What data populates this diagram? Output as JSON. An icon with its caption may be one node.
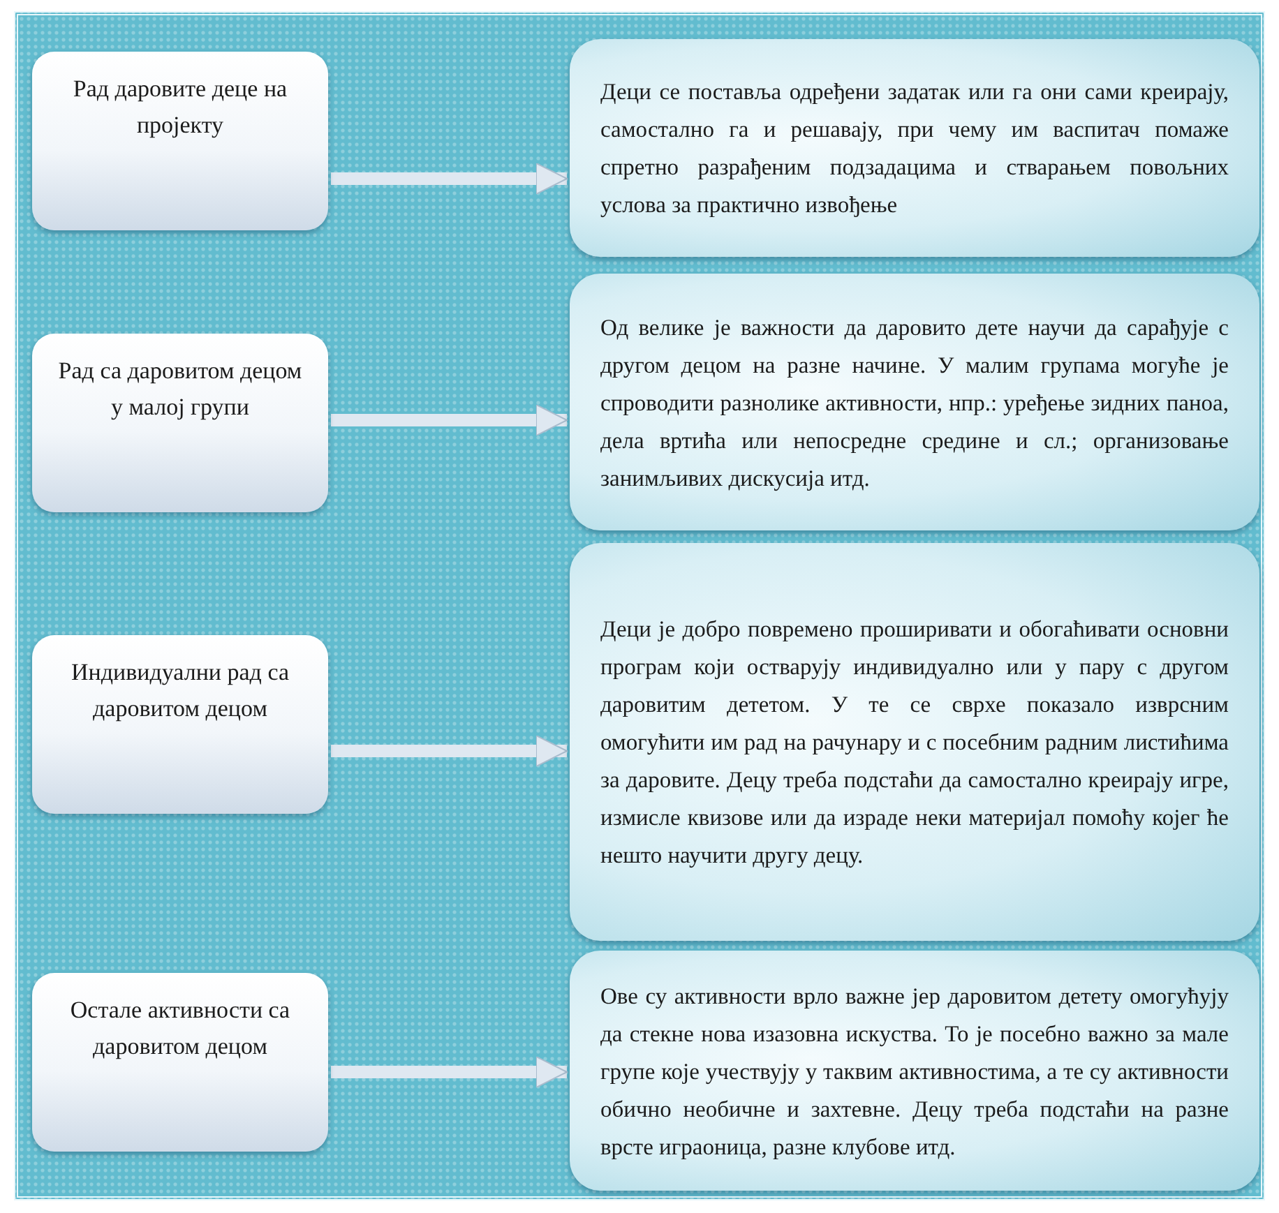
{
  "diagram": {
    "nodes": [
      {
        "text": [
          "Рад даровите деце на пројекту"
        ]
      },
      {
        "text": [
          "Деци се поставља одређени задатак или га они сами креирају, самостално га и решавају, при чему им васпитач помаже спретно разрађеним подзадацима и стварањем повољних услова за практично извођење"
        ]
      },
      {
        "text": [
          "Рад са даровитом децом у малој групи"
        ]
      },
      {
        "text": [
          "Од велике је важности да даровито дете научи да сарађује с другом децом на разне начине. У малим групама могуће је спроводити разнолике активности, нпр.: уређење зидних паноа, дела вртића или непосредне средине и сл.; организовање занимљивих дискусија итд."
        ]
      },
      {
        "text": [
          "Индивидуални рад са даровитом децом"
        ]
      },
      {
        "text": [
          "Деци је добро повремено проширивати и обогаћивати основни програм који остварују индивидуално или у пару с другом даровитим дететом. У те се сврхе показало изврсним омогућити им рад на рачунару и с посебним радним листићима за даровите. Децу треба подстаћи да самостално креирају игре, измисле квизове или да израде неки материјал помоћу којег ће нешто научити другу децу."
        ]
      },
      {
        "text": [
          "Остале активности са даровитом децом"
        ]
      },
      {
        "text": [
          "Ове су активности врло важне јер даровитом детету омогућују да стекне нова изазовна искуства. То је посебно важно за мале групе које учествују у таквим активностима, а те су активности обично необичне и захтевне. Децу треба подстаћи на разне врсте играоница, разне клубове итд."
        ]
      }
    ],
    "edges": [
      {
        "from": 0,
        "to": 1,
        "arrow": "to"
      },
      {
        "from": 2,
        "to": 3,
        "arrow": "to"
      },
      {
        "from": 4,
        "to": 5,
        "arrow": "to"
      },
      {
        "from": 6,
        "to": 7,
        "arrow": "to"
      }
    ]
  }
}
